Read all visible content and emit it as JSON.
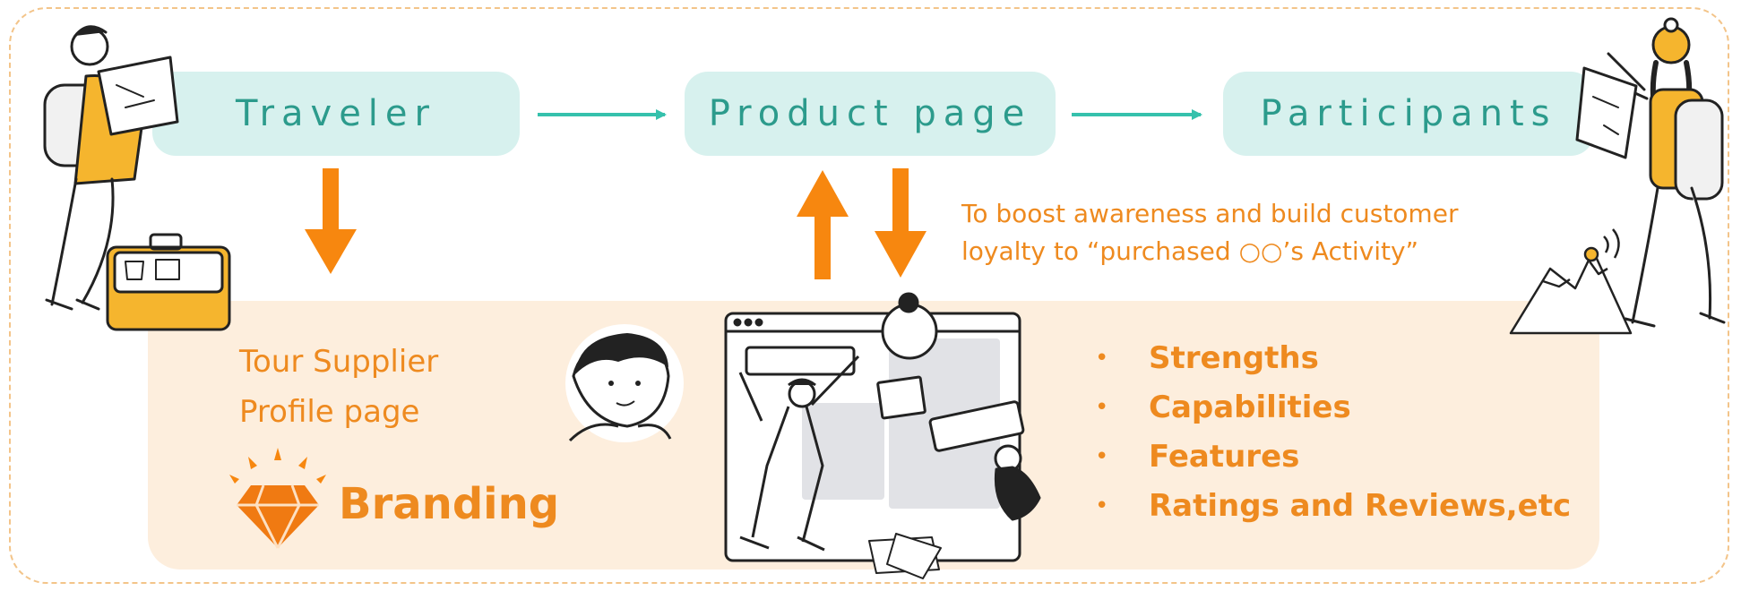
{
  "flow": {
    "traveler": "Traveler",
    "product_page": "Product page",
    "participants": "Participants"
  },
  "note": {
    "line1": "To boost awareness and build customer",
    "line2": "loyalty to “purchased ○○’s Activity”"
  },
  "profile": {
    "line1": "Tour Supplier",
    "line2": "Profile page"
  },
  "branding": "Branding",
  "bullets": [
    "Strengths",
    "Capabilities",
    "Features",
    "Ratings and Reviews,etc"
  ],
  "colors": {
    "teal_text": "#2c9b8c",
    "teal_box": "#d7f1ee",
    "orange": "#ee8a1f",
    "arrow_orange": "#f7870f",
    "band": "#fdeedd",
    "border_dashed": "#f3c489"
  },
  "icons": [
    "diamond-icon",
    "traveler-with-map-illustration",
    "suitcase-illustration",
    "team-on-browser-illustration",
    "person-face-illustration",
    "hiker-with-map-illustration",
    "mountain-illustration"
  ]
}
